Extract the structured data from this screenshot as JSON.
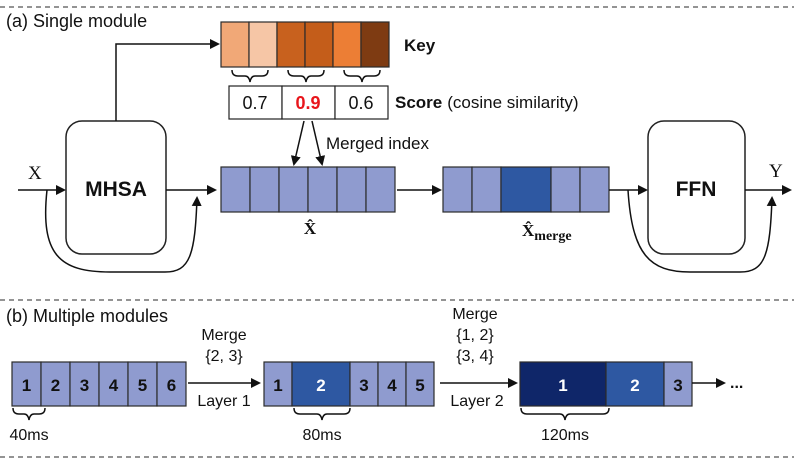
{
  "part_a": {
    "title": "(a) Single module",
    "key": {
      "label": "Key",
      "colors": [
        "#F1A877",
        "#F6C6A6",
        "#C8611E",
        "#C45D1A",
        "#EC7E35",
        "#7E3B12"
      ]
    },
    "score": {
      "label_bold": "Score",
      "label_rest": "(cosine similarity)",
      "values": [
        "0.7",
        "0.9",
        "0.6"
      ],
      "highlight_color": "#E8151B"
    },
    "merged_index_label": "Merged index",
    "input_label": "X",
    "output_label": "Y",
    "mhsa_label": "MHSA",
    "ffn_label": "FFN",
    "xhat_label": "X̂",
    "xmerge_main": "X̂",
    "xmerge_sub": "merge",
    "colors": {
      "token": "#8F9BCF",
      "token_merged": "#2E58A2",
      "token_stroke": "#2B2B2B"
    }
  },
  "part_b": {
    "title": "(b) Multiple modules",
    "stage1_tokens": [
      "1",
      "2",
      "3",
      "4",
      "5",
      "6"
    ],
    "merge1_title": "Merge",
    "merge1_sets": [
      "{2, 3}"
    ],
    "layer1_label": "Layer 1",
    "stage2_tokens": [
      "1",
      "2",
      "3",
      "4",
      "5"
    ],
    "merge2_title": "Merge",
    "merge2_sets": [
      "{1, 2}",
      "{3, 4}"
    ],
    "layer2_label": "Layer 2",
    "stage3_tokens": [
      "1",
      "2",
      "3"
    ],
    "ellipsis": "...",
    "time1": "40ms",
    "time2": "80ms",
    "time3": "120ms",
    "colors": {
      "light": "#8F9BCF",
      "mid": "#2E58A2",
      "dark": "#0F2669"
    }
  }
}
